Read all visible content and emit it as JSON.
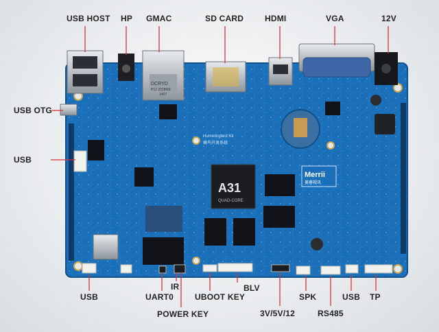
{
  "labels": {
    "usb_host": "USB HOST",
    "hp": "HP",
    "gmac": "GMAC",
    "sd_card": "SD CARD",
    "hdmi": "HDMI",
    "vga": "VGA",
    "v12": "12V",
    "usb_otg": "USB OTG",
    "usb_left": "USB",
    "usb_bottom_left": "USB",
    "uart0": "UART0",
    "ir": "IR",
    "power_key": "POWER KEY",
    "uboot_key": "UBOOT KEY",
    "blv": "BLV",
    "v3_5_12": "3V/5V/12",
    "spk": "SPK",
    "rs485": "RS485",
    "usb_bottom_right": "USB",
    "tp": "TP"
  },
  "board": {
    "soc_text": "A31",
    "soc_sub": "QUAD-CORE",
    "brand_text": "Merrii",
    "brand_sub": "美睿视讯",
    "kit_text": "Hummingbird Kit",
    "kit_sub": "蜂鸟开发系统",
    "eth_chip_line1": "DCRYD",
    "eth_chip_line2": "P12 2018ME",
    "eth_chip_line3": "1407"
  },
  "colors": {
    "pcb": "#1a6fb8",
    "pcb_dark": "#0f4f8a",
    "chip": "#111318",
    "connector_metal": "#b9bec4",
    "vga_blue": "#3f67a8",
    "leader": "#d8323a"
  }
}
